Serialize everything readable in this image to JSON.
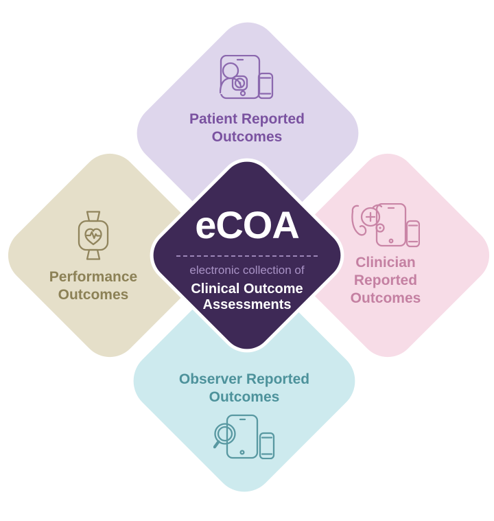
{
  "diagram": {
    "center": {
      "acronym": "eCOA",
      "subtitle": "electronic collection of",
      "name_lines": [
        "Clinical Outcome",
        "Assessments"
      ],
      "bg_color": "#3e2956",
      "text_color": "#ffffff",
      "subtitle_color": "#a993c6",
      "divider_color": "#9d86b8",
      "divider_style": "dashed"
    },
    "quadrants": [
      {
        "id": "patient-reported-outcomes",
        "position": "top",
        "lines": [
          "Patient Reported",
          "Outcomes"
        ],
        "icon": "tablet-patient-phone-icon",
        "bg_color": "#ded6ec",
        "text_color": "#7a52a0",
        "icon_color": "#8b68ae"
      },
      {
        "id": "clinician-reported-outcomes",
        "position": "right",
        "lines": [
          "Clinician",
          "Reported",
          "Outcomes"
        ],
        "icon": "stethoscope-tablet-phone-icon",
        "bg_color": "#f7dce7",
        "text_color": "#c480a2",
        "icon_color": "#c985a6"
      },
      {
        "id": "observer-reported-outcomes",
        "position": "bottom",
        "lines": [
          "Observer Reported",
          "Outcomes"
        ],
        "icon": "magnifier-tablet-phone-icon",
        "bg_color": "#cdeaee",
        "text_color": "#4d929b",
        "icon_color": "#5898a1"
      },
      {
        "id": "performance-outcomes",
        "position": "left",
        "lines": [
          "Performance",
          "Outcomes"
        ],
        "icon": "smartwatch-heart-ecg-icon",
        "bg_color": "#e5dfc9",
        "text_color": "#8c8156",
        "icon_color": "#90845c"
      }
    ]
  }
}
